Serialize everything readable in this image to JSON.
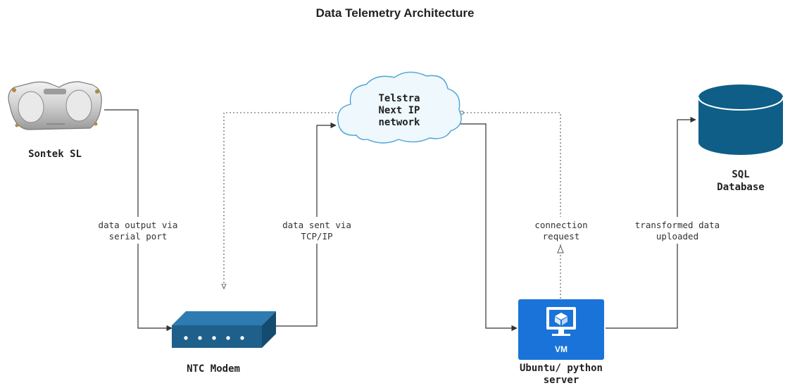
{
  "title": "Data Telemetry Architecture",
  "nodes": {
    "sensor": {
      "label": "Sontek SL",
      "icon": "sonar-sensor-icon"
    },
    "modem": {
      "label": "NTC Modem",
      "icon": "modem-icon"
    },
    "cloud": {
      "lines": [
        "Telstra",
        "Next IP",
        "network"
      ],
      "icon": "cloud-icon"
    },
    "server": {
      "lines": [
        "Ubuntu/ python",
        "server"
      ],
      "badge": "VM",
      "icon": "virtual-machine-icon"
    },
    "database": {
      "lines": [
        "SQL",
        "Database"
      ],
      "icon": "database-icon"
    }
  },
  "edges": {
    "sensor_to_modem": [
      "data output via",
      "serial port"
    ],
    "modem_to_cloud": [
      "data sent via",
      "TCP/IP"
    ],
    "server_to_cloud": [
      "connection",
      "request"
    ],
    "server_to_database": [
      "transformed data",
      "uploaded"
    ]
  },
  "colors": {
    "modem_blue": "#1f5f8b",
    "vm_blue": "#1a73d9",
    "database_blue": "#0e5e88",
    "cloud_fill": "#eef8fd",
    "cloud_stroke": "#4ba3d6"
  }
}
